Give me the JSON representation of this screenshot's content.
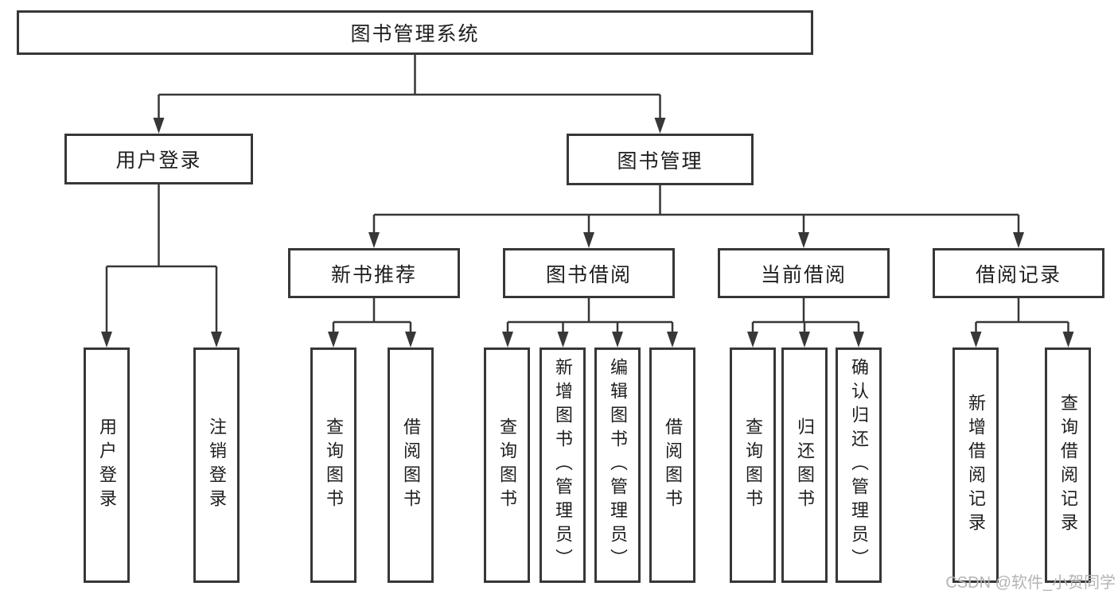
{
  "diagram": {
    "root": "图书管理系统",
    "branches": [
      {
        "label": "用户登录",
        "children": [
          "用户登录",
          "注销登录"
        ]
      },
      {
        "label": "图书管理",
        "children": [
          {
            "label": "新书推荐",
            "children": [
              "查询图书",
              "借阅图书"
            ]
          },
          {
            "label": "图书借阅",
            "children": [
              "查询图书",
              "新增图书（管理员）",
              "编辑图书（管理员）",
              "借阅图书"
            ]
          },
          {
            "label": "当前借阅",
            "children": [
              "查询图书",
              "归还图书",
              "确认归还（管理员）"
            ]
          },
          {
            "label": "借阅记录",
            "children": [
              "新增借阅记录",
              "查询借阅记录"
            ]
          }
        ]
      }
    ]
  },
  "watermark": "CSDN @软件_小贺同学",
  "colors": {
    "line": "#373737",
    "text": "#1e1e1e",
    "watermark": "#b4b4b4",
    "background": "#ffffff"
  }
}
